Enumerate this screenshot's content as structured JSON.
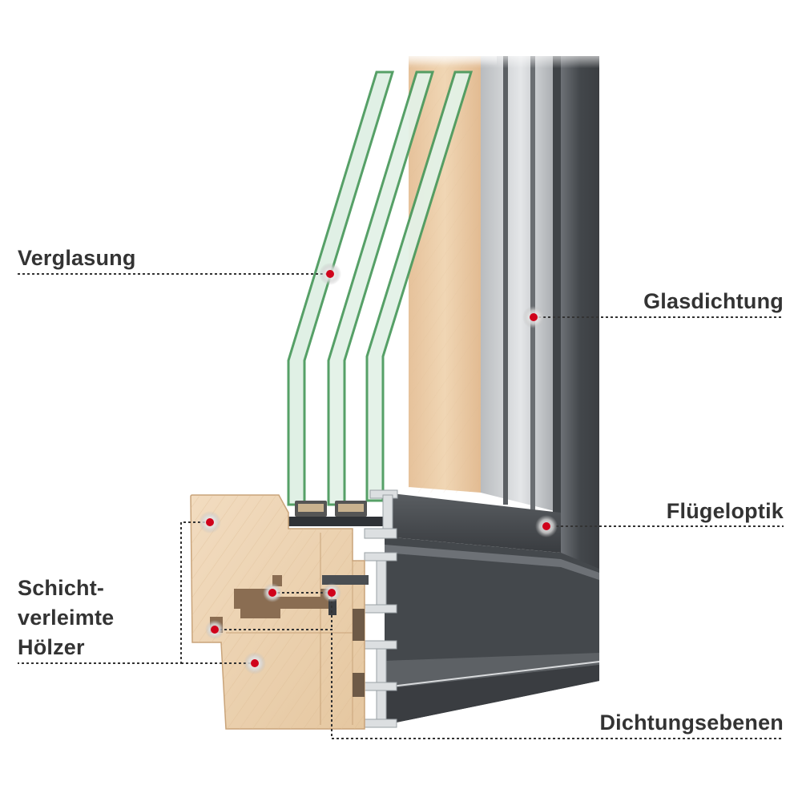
{
  "labels": {
    "verglasung": "Verglasung",
    "glasdichtung": "Glasdichtung",
    "fluegeloptik": "Flügeloptik",
    "schicht_line1": "Schicht-",
    "schicht_line2": "verleimte",
    "schicht_line3": "Hölzer",
    "dichtungsebenen": "Dichtungsebenen"
  },
  "colors": {
    "label_text": "#333333",
    "marker": "#d0021b",
    "marker_halo": "#c8c8c8",
    "leader_line": "#333333",
    "glass_edge": "#5ea36a",
    "wood": "#e8c9a2",
    "aluminium": "#4a4e52"
  }
}
